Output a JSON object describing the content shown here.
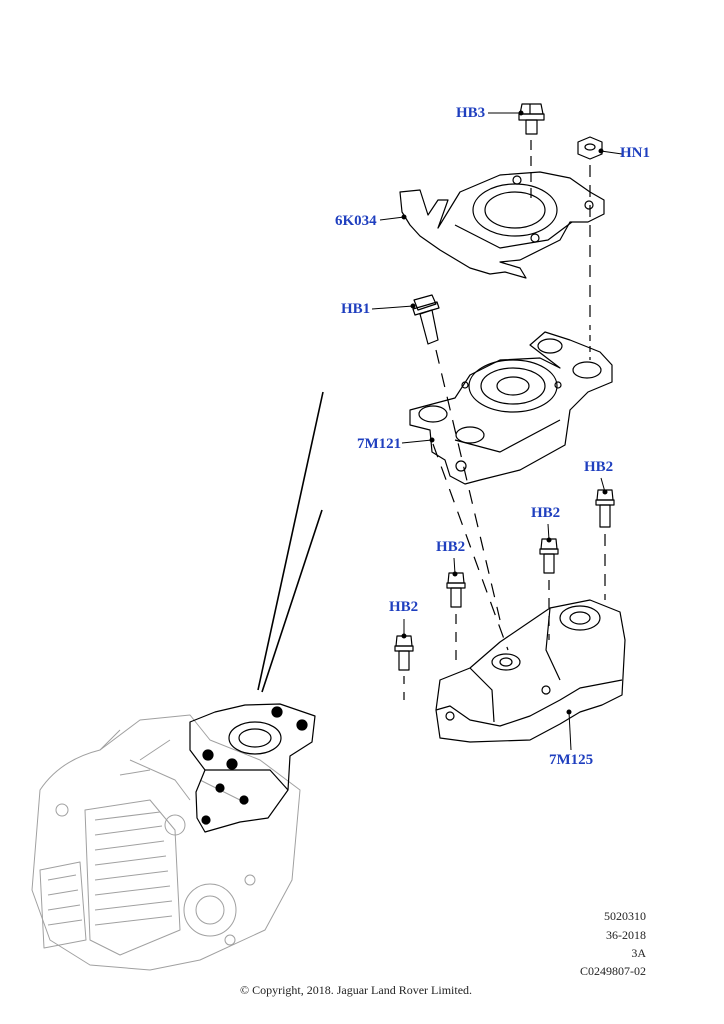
{
  "callouts": {
    "hb3": "HB3",
    "hn1": "HN1",
    "6k034": "6K034",
    "hb1": "HB1",
    "7m121": "7M121",
    "hb2_a": "HB2",
    "hb2_b": "HB2",
    "hb2_c": "HB2",
    "hb2_d": "HB2",
    "7m125": "7M125"
  },
  "reference": {
    "line1": "5020310",
    "line2": "36-2018",
    "line3": "3A",
    "line4": "C0249807-02"
  },
  "copyright": "© Copyright, 2018. Jaguar Land Rover Limited.",
  "colors": {
    "callout": "#1f3fbf",
    "line": "#000000",
    "ghost": "#9a9a9a"
  }
}
